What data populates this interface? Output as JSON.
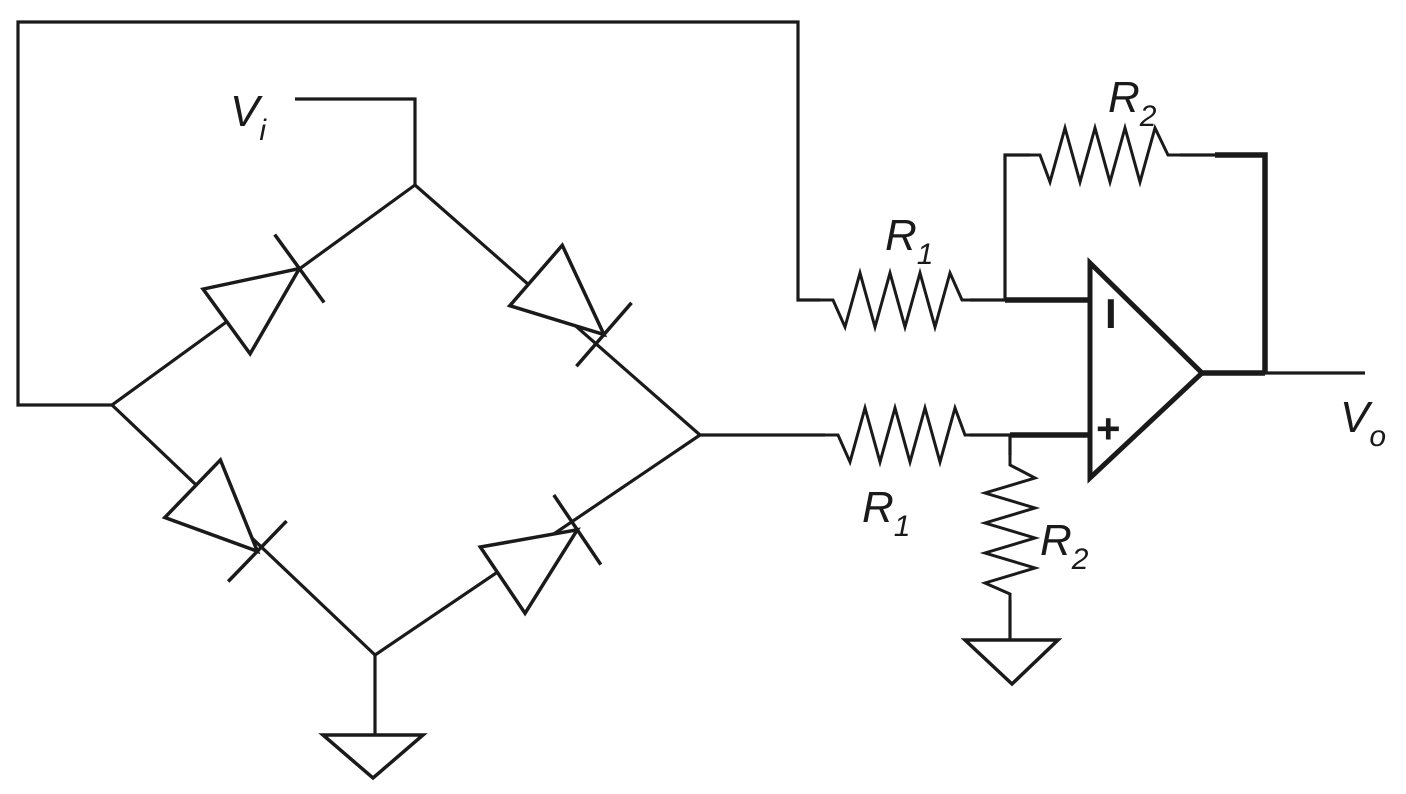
{
  "labels": {
    "vi": {
      "main": "V",
      "sub": "i"
    },
    "vo": {
      "main": "V",
      "sub": "o"
    },
    "r1_top": {
      "main": "R",
      "sub": "1"
    },
    "r1_bottom": {
      "main": "R",
      "sub": "1"
    },
    "r2_top": {
      "main": "R",
      "sub": "2"
    },
    "r2_bottom": {
      "main": "R",
      "sub": "2"
    }
  },
  "opamp": {
    "inverting": "I",
    "noninverting": "+"
  }
}
